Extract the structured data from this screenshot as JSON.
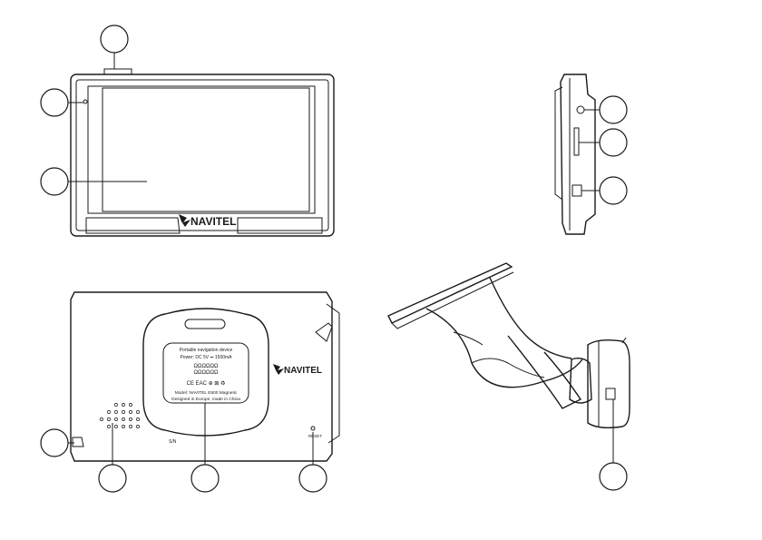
{
  "brand": {
    "logo_text": "NAVITEL"
  },
  "back_label": {
    "line1": "Portable navigation device",
    "line2": "Power: DC 5V ⎓ 1500mA",
    "line3": "Model: NAVITEL E500 Magnetic",
    "line4": "Designed in Europe, made in China",
    "cert_marks": "CE EAC ⊕ ⊠ ♻",
    "serial_code": "ΩΩΩΩΩΩ"
  },
  "back_text": {
    "sn": "S/N",
    "reset": "RESET"
  },
  "callouts": [
    {
      "id": "front-top-power",
      "label": ""
    },
    {
      "id": "front-left-light-sensor",
      "label": ""
    },
    {
      "id": "front-screen",
      "label": ""
    },
    {
      "id": "side-headphone",
      "label": ""
    },
    {
      "id": "side-card-slot",
      "label": ""
    },
    {
      "id": "side-usb",
      "label": ""
    },
    {
      "id": "back-stylus",
      "label": ""
    },
    {
      "id": "back-speaker",
      "label": ""
    },
    {
      "id": "back-mount-socket",
      "label": ""
    },
    {
      "id": "back-reset",
      "label": ""
    },
    {
      "id": "mount-usb",
      "label": ""
    }
  ]
}
